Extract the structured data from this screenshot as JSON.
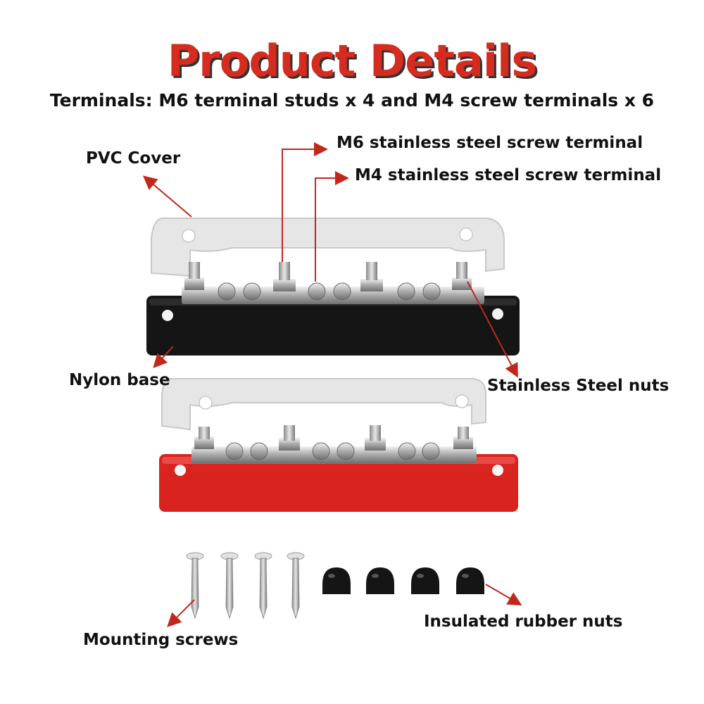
{
  "header": {
    "title": "Product Details",
    "subtitle": "Terminals: M6 terminal studs x 4 and M4 screw terminals x 6"
  },
  "callouts": {
    "pvc_cover": "PVC Cover",
    "m6_terminal": "M6 stainless steel screw terminal",
    "m4_terminal": "M4 stainless steel screw terminal",
    "nylon_base": "Nylon base",
    "steel_nuts": "Stainless Steel nuts",
    "mounting_screws": "Mounting screws",
    "rubber_nuts": "Insulated rubber nuts"
  },
  "colors": {
    "title_red": "#d62b1f",
    "arrow_red": "#c0281c",
    "base_black": "#151515",
    "base_red": "#d8231f",
    "cover_clear": "#e6e6e6"
  }
}
